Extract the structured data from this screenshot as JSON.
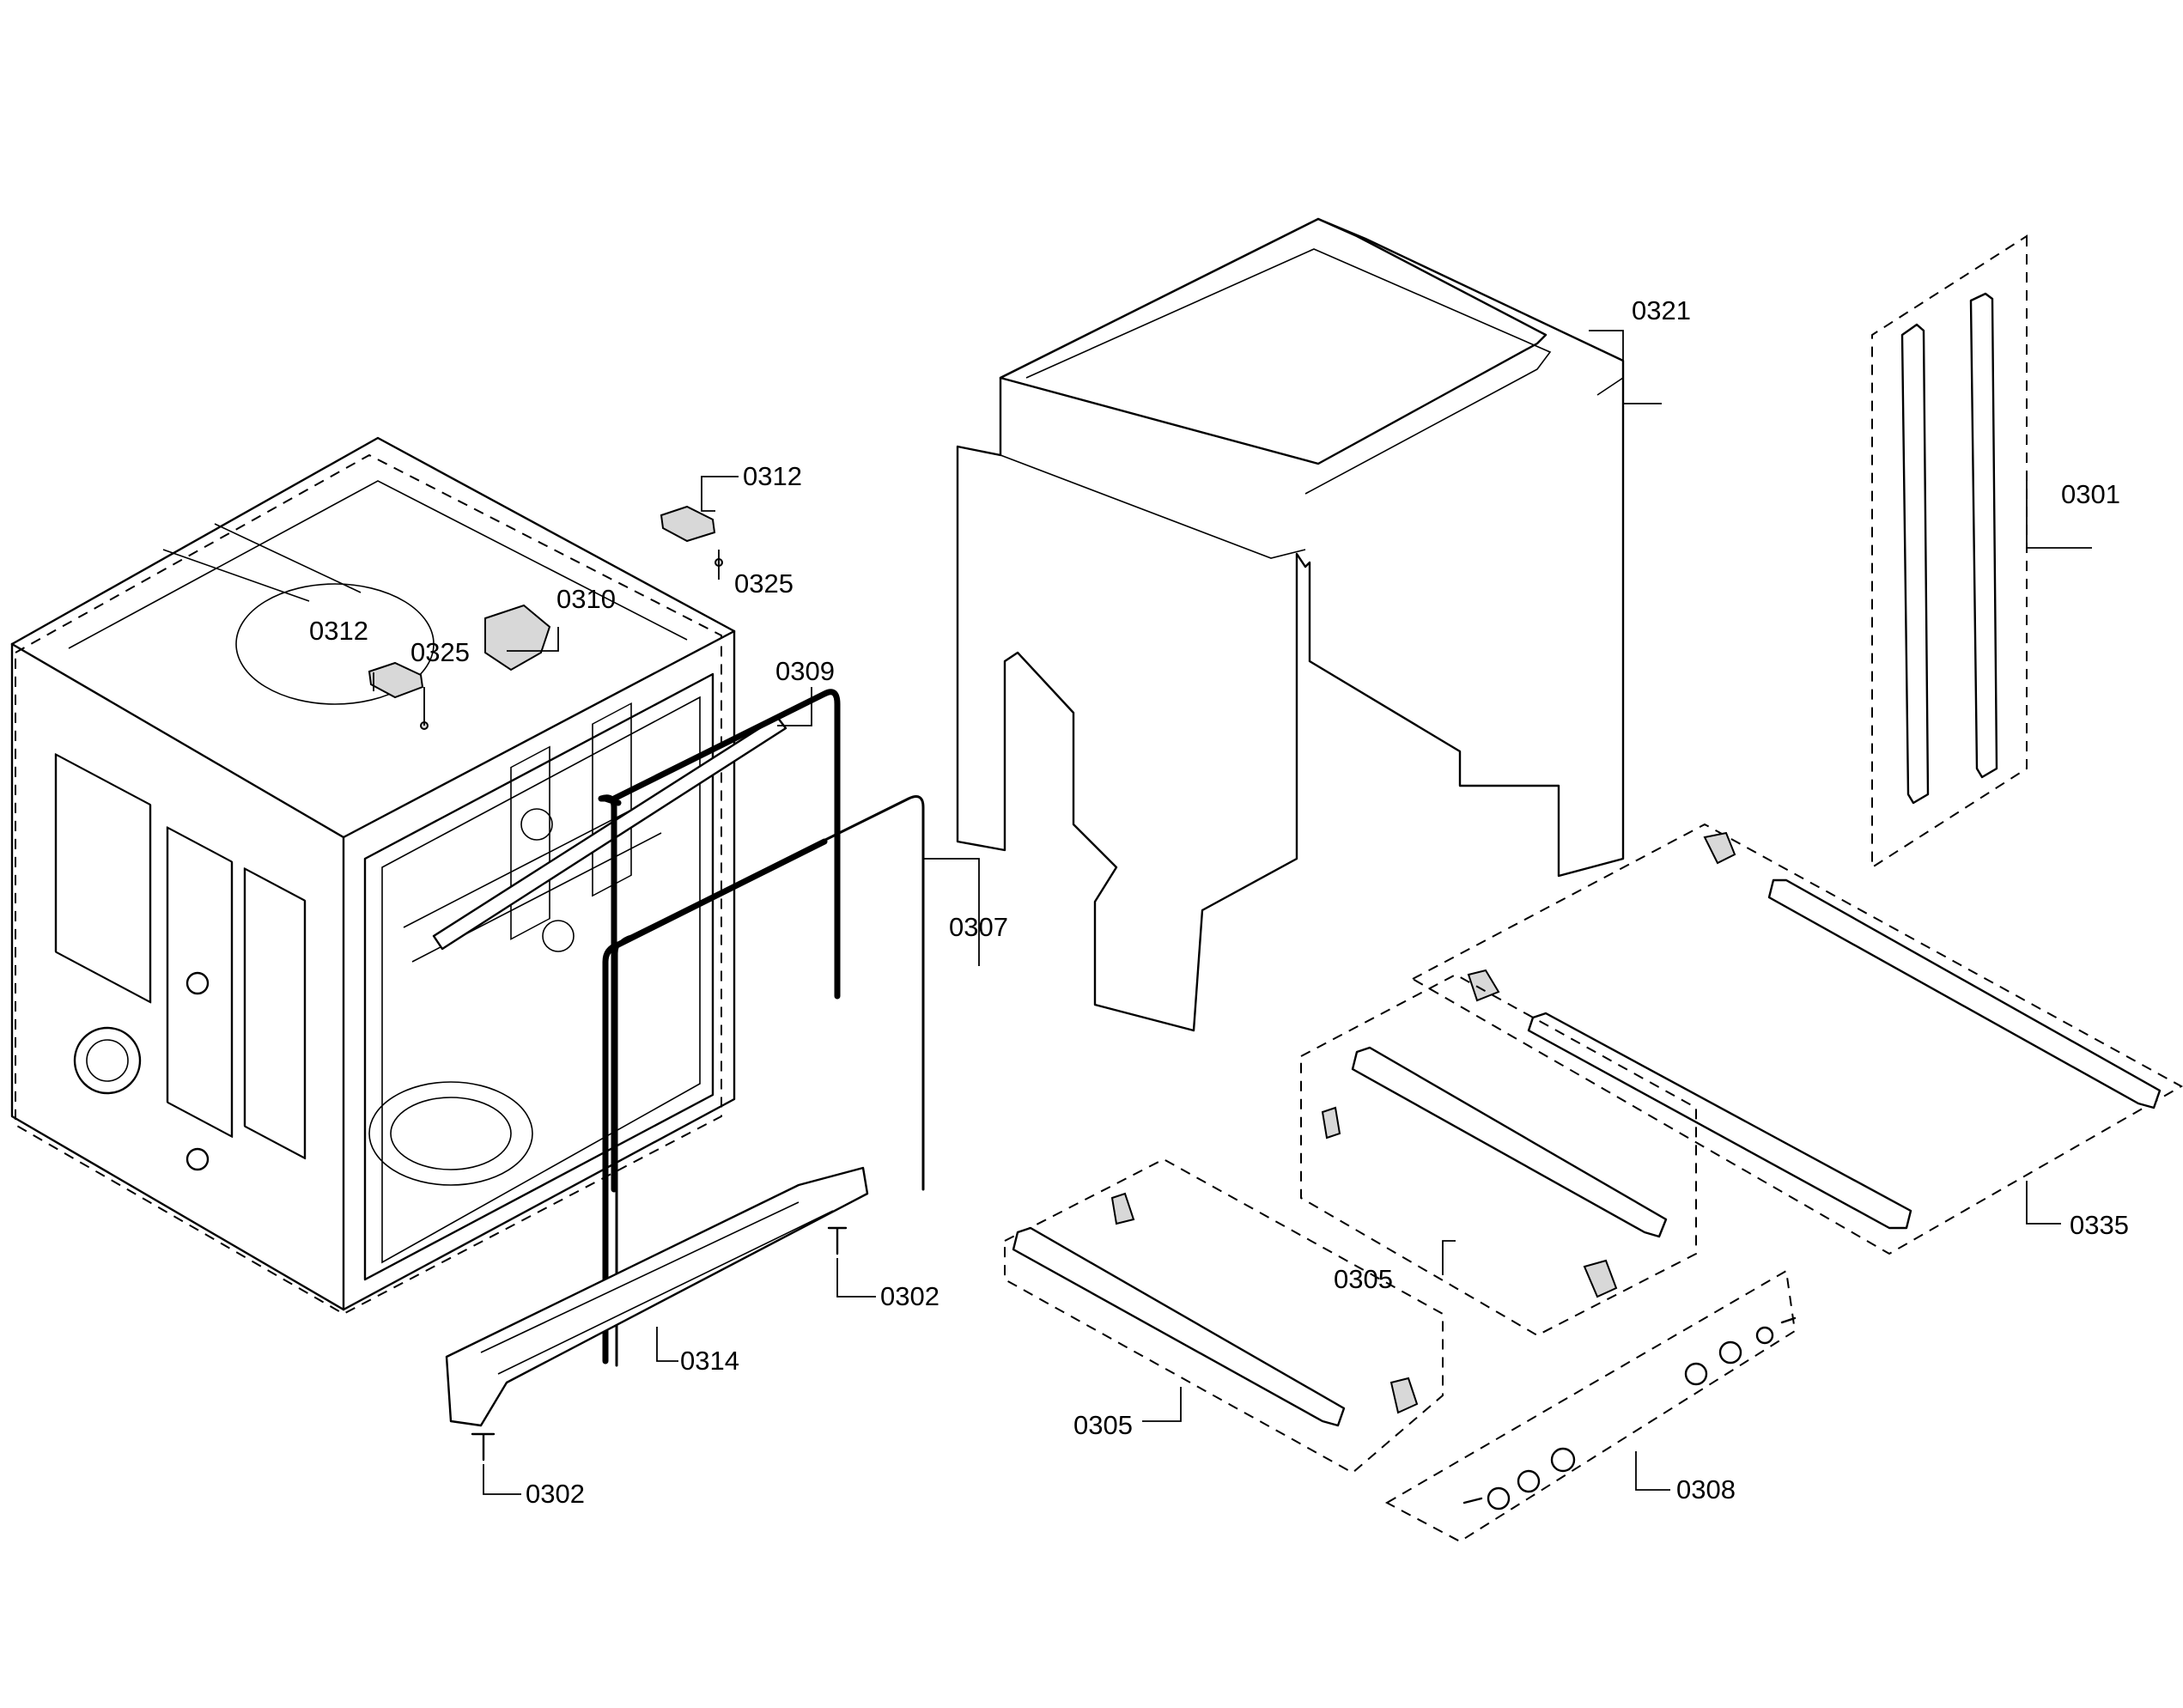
{
  "callouts": [
    {
      "id": "c0321",
      "label": "0321"
    },
    {
      "id": "c0301",
      "label": "0301"
    },
    {
      "id": "c0312a",
      "label": "0312"
    },
    {
      "id": "c0325a",
      "label": "0325"
    },
    {
      "id": "c0310",
      "label": "0310"
    },
    {
      "id": "c0312b",
      "label": "0312"
    },
    {
      "id": "c0325b",
      "label": "0325"
    },
    {
      "id": "c0309",
      "label": "0309"
    },
    {
      "id": "c0307",
      "label": "0307"
    },
    {
      "id": "c0335",
      "label": "0335"
    },
    {
      "id": "c0305a",
      "label": "0305"
    },
    {
      "id": "c0302a",
      "label": "0302"
    },
    {
      "id": "c0314",
      "label": "0314"
    },
    {
      "id": "c0305b",
      "label": "0305"
    },
    {
      "id": "c0302b",
      "label": "0302"
    },
    {
      "id": "c0308",
      "label": "0308"
    }
  ]
}
